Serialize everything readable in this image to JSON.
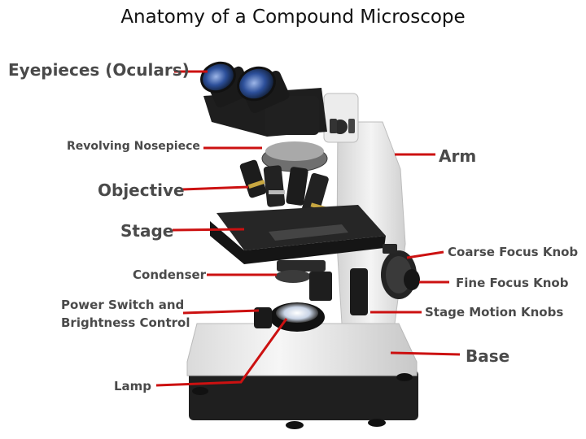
{
  "title": "Anatomy of a Compound Microscope",
  "labels": {
    "eyepieces": "Eyepieces (Oculars)",
    "nosepiece": "Revolving Nosepiece",
    "arm": "Arm",
    "objective": "Objective",
    "stage": "Stage",
    "coarse_focus": "Coarse Focus Knob",
    "condenser": "Condenser",
    "fine_focus": "Fine Focus Knob",
    "power_switch_line1": "Power Switch and",
    "power_switch_line2": "Brightness Control",
    "stage_motion": "Stage Motion Knobs",
    "base": "Base",
    "lamp": "Lamp"
  },
  "colors": {
    "leader_line": "#cc1111",
    "label_text": "#4a4a4a",
    "body": "#e9e9e9",
    "dark": "#1e1e1e"
  }
}
